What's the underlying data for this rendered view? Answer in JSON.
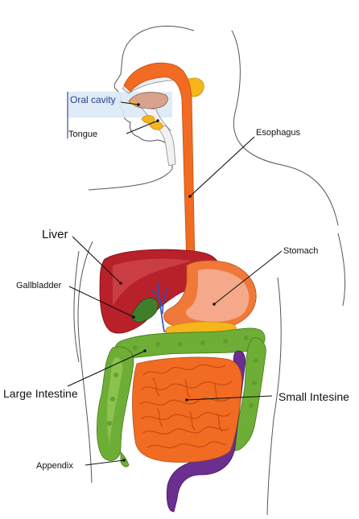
{
  "labels": {
    "oral_cavity": "Oral cavity",
    "tongue": "Tongue",
    "esophagus": "Esophagus",
    "liver": "Liver",
    "stomach": "Stomach",
    "gallbladder": "Gallbladder",
    "large_intestine": "Large Intestine",
    "small_intestine": "Small Intesine",
    "appendix": "Appendix"
  },
  "colors": {
    "outline": "#444444",
    "esophagus": "#f26b22",
    "liver": "#b8202a",
    "liver_light": "#d24a4f",
    "stomach": "#f0793a",
    "stomach_inner": "#f6a88a",
    "gallbladder": "#3f7f2c",
    "large_intestine": "#6fae36",
    "large_intestine_light": "#8cc24e",
    "small_intestine": "#f26b22",
    "small_intestine_dark": "#c54b12",
    "rectum": "#6b2f8f",
    "salivary": "#f5b51b",
    "tongue": "#d9a28c",
    "oral_highlight": "#dbe9f6",
    "oral_line": "#2a3d8f",
    "bile_duct": "#2f4fb0",
    "pancreas": "#f5b51b"
  }
}
